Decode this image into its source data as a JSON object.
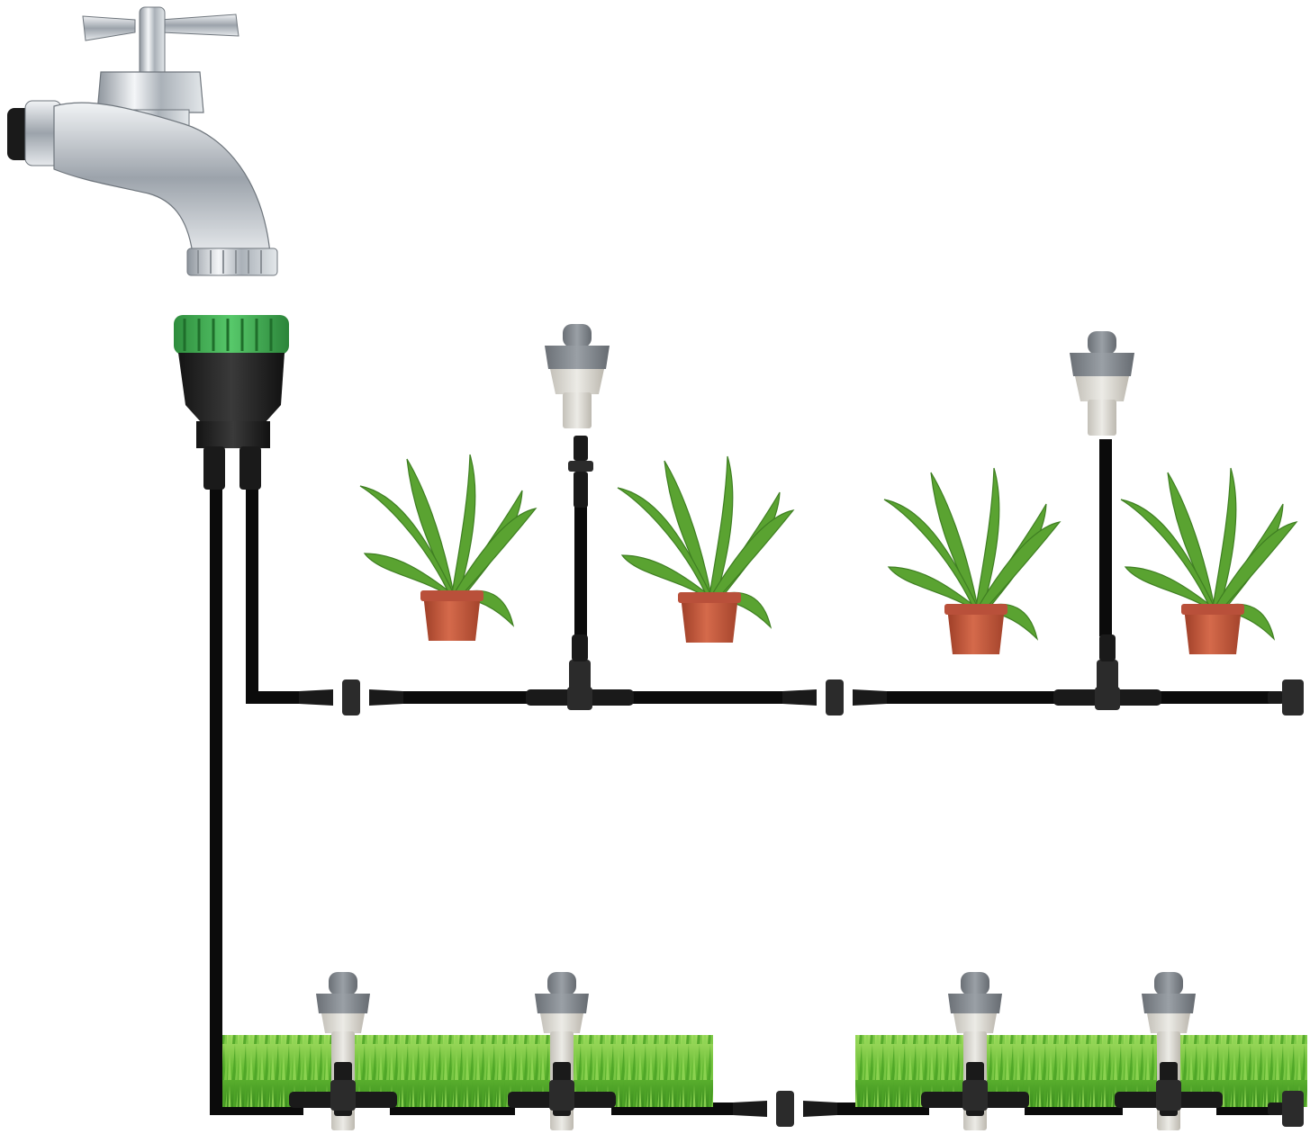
{
  "diagram": {
    "components": {
      "faucet": {
        "icon": "faucet-icon",
        "finish": "chrome"
      },
      "tap_connector": {
        "icon": "tap-connector-icon",
        "outlets": 2
      },
      "upper_line": {
        "fittings": [
          "straight-connector-icon",
          "tee-connector-icon",
          "straight-connector-icon",
          "tee-connector-icon",
          "end-plug-icon"
        ],
        "sprinklers": 2,
        "potted_plants": 4
      },
      "lower_line": {
        "fittings": [
          "tee-connector-icon",
          "tee-connector-icon",
          "straight-connector-icon",
          "tee-connector-icon",
          "tee-connector-icon",
          "end-plug-icon"
        ],
        "sprinklers": 4,
        "lawn_sections": 2
      }
    },
    "colors": {
      "tube": "#0b0b0b",
      "connector_green": "#3cae4f",
      "sprinkler_gray": "#7f8389",
      "sprinkler_light": "#d8d6cf",
      "pot": "#c65a3f",
      "leaf": "#5aa331",
      "grass": "#6cc23a",
      "chrome": "#c9ced4"
    }
  }
}
